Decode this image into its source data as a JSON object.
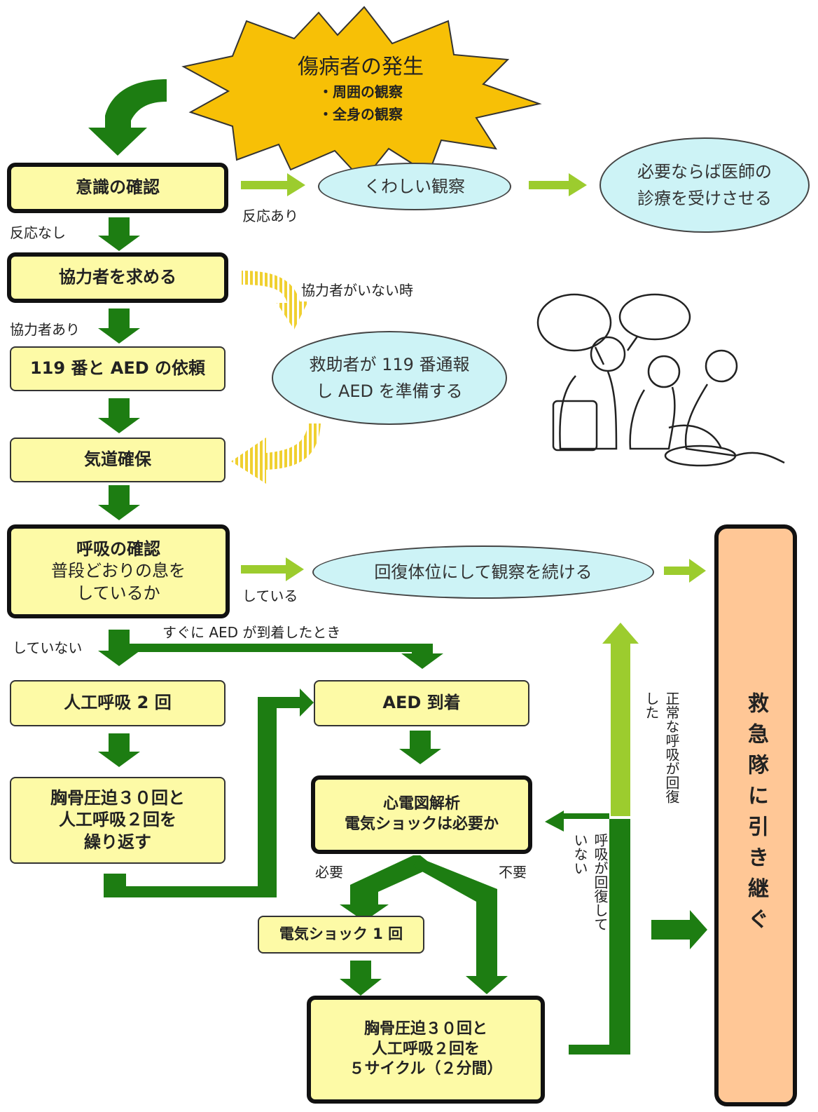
{
  "burst": {
    "title": "傷病者の発生",
    "items": [
      "・周囲の観察",
      "・全身の観察"
    ]
  },
  "steps": {
    "consciousness": "意識の確認",
    "helper": "協力者を求める",
    "call119": "119 番と AED の依頼",
    "airway": "気道確保",
    "breathing": [
      "呼吸の確認",
      "普段どおりの息を",
      "しているか"
    ],
    "rescue_breaths": "人工呼吸 2 回",
    "cpr_left": [
      "胸骨圧迫３０回と",
      "人工呼吸２回を",
      "繰り返す"
    ],
    "aed_arrival": "AED 到着",
    "ecg": [
      "心電図解析",
      "電気ショックは必要か"
    ],
    "shock": "電気ショック 1 回",
    "cpr_cycle": [
      "胸骨圧迫３０回と",
      "人工呼吸２回を",
      "５サイクル（２分間）"
    ],
    "handover": "救急隊に引き継ぐ"
  },
  "ellipses": {
    "detailed": "くわしい観察",
    "doctor": [
      "必要ならば医師の",
      "診療を受けさせる"
    ],
    "rescuer": [
      "救助者が 119 番通報",
      "し AED を準備する"
    ],
    "recovery": "回復体位にして観察を続ける"
  },
  "labels": {
    "response_yes": "反応あり",
    "response_no": "反応なし",
    "no_helper": "協力者がいない時",
    "helper_yes": "協力者あり",
    "breathing_yes": "している",
    "breathing_no": "していない",
    "aed_soon": "すぐに AED が到着したとき",
    "needed": "必要",
    "not_needed": "不要",
    "breathing_not_recovered": "呼吸が回復していない",
    "normal_recovered": "正常な呼吸が回復した"
  },
  "colors": {
    "dark_green": "#1d7d12",
    "light_green": "#9ccc2e",
    "box_fill": "#fdfaa6",
    "ellipse_fill": "#cdf3f6",
    "burst_fill": "#f7c006",
    "handover_fill": "#ffc796",
    "yellow_arrow": "#f0d030"
  }
}
